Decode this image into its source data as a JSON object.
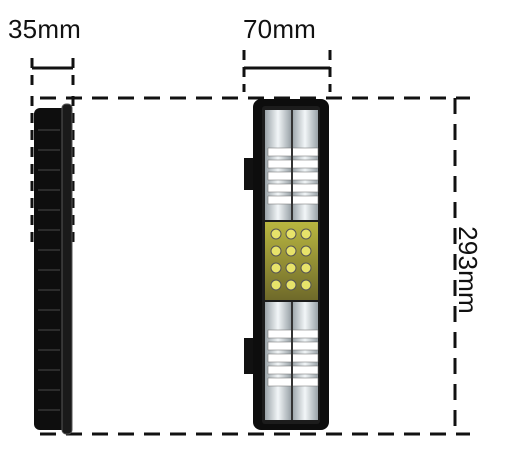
{
  "dimensions": {
    "depth_label": "35mm",
    "width_label": "70mm",
    "height_label": "293mm"
  },
  "colors": {
    "line": "#111111",
    "housing": "#0d0d0d",
    "reflector": "#e8eef2",
    "led_white": "#ffffff",
    "led_amber": "#d9d43a"
  }
}
